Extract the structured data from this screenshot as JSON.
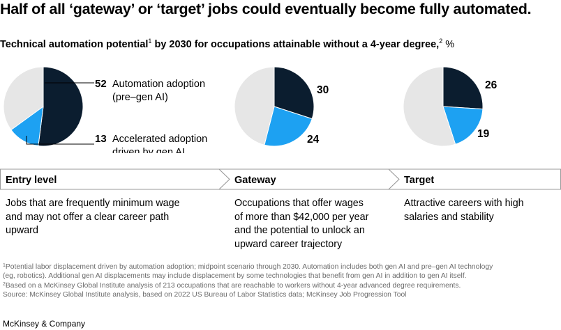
{
  "title": "Half of all ‘gateway’ or ‘target’ jobs could eventually become fully automated.",
  "subtitle": {
    "text_a": "Technical automation potential",
    "sup_a": "1",
    "text_b": " by 2030 for occupations attainable without a 4-year degree,",
    "sup_b": "2",
    "unit": "%"
  },
  "colors": {
    "adoption": "#0b1d2f",
    "gen_ai": "#1da1f2",
    "remainder": "#e6e6e6"
  },
  "legend": {
    "adoption_value": "52",
    "adoption_label": "Automation adoption",
    "adoption_label2": "(pre–gen AI)",
    "genai_value": "13",
    "genai_label": "Accelerated adoption",
    "genai_label2": "driven by gen AI"
  },
  "chart_data": {
    "type": "pie",
    "series_names": [
      "Automation adoption (pre–gen AI)",
      "Accelerated adoption driven by gen AI"
    ],
    "charts": [
      {
        "category": "Entry level",
        "adoption": 52,
        "gen_ai": 13
      },
      {
        "category": "Gateway",
        "adoption": 30,
        "gen_ai": 24
      },
      {
        "category": "Target",
        "adoption": 26,
        "gen_ai": 19
      }
    ],
    "labels": {
      "gateway_adoption": "30",
      "gateway_genai": "24",
      "target_adoption": "26",
      "target_genai": "19"
    }
  },
  "stages": [
    {
      "label": "Entry level",
      "desc": [
        "Jobs that are frequently minimum wage",
        "and may not offer a clear career path",
        "upward"
      ]
    },
    {
      "label": "Gateway",
      "desc": [
        "Occupations that offer wages",
        "of more than $42,000 per year",
        "and the potential to unlock an",
        "upward career trajectory"
      ]
    },
    {
      "label": "Target",
      "desc": [
        "Attractive careers with high",
        "salaries and stability"
      ]
    }
  ],
  "footnotes": {
    "n1_sup": "1",
    "n1_line1": "Potential labor displacement driven by automation adoption; midpoint scenario through 2030. Automation includes both gen AI and pre–gen AI technology",
    "n1_line2": "(eg, robotics). Additional gen AI displacements may include displacement by some technologies that benefit from gen AI in addition to gen AI itself.",
    "n2_sup": "2",
    "n2_line": "Based on a McKinsey Global Institute analysis of 213 occupations that are reachable to workers without 4-year advanced degree requirements.",
    "source": "Source: McKinsey Global Institute analysis, based on 2022 US Bureau of Labor Statistics data; McKinsey Job Progression Tool"
  },
  "brand": "McKinsey & Company"
}
